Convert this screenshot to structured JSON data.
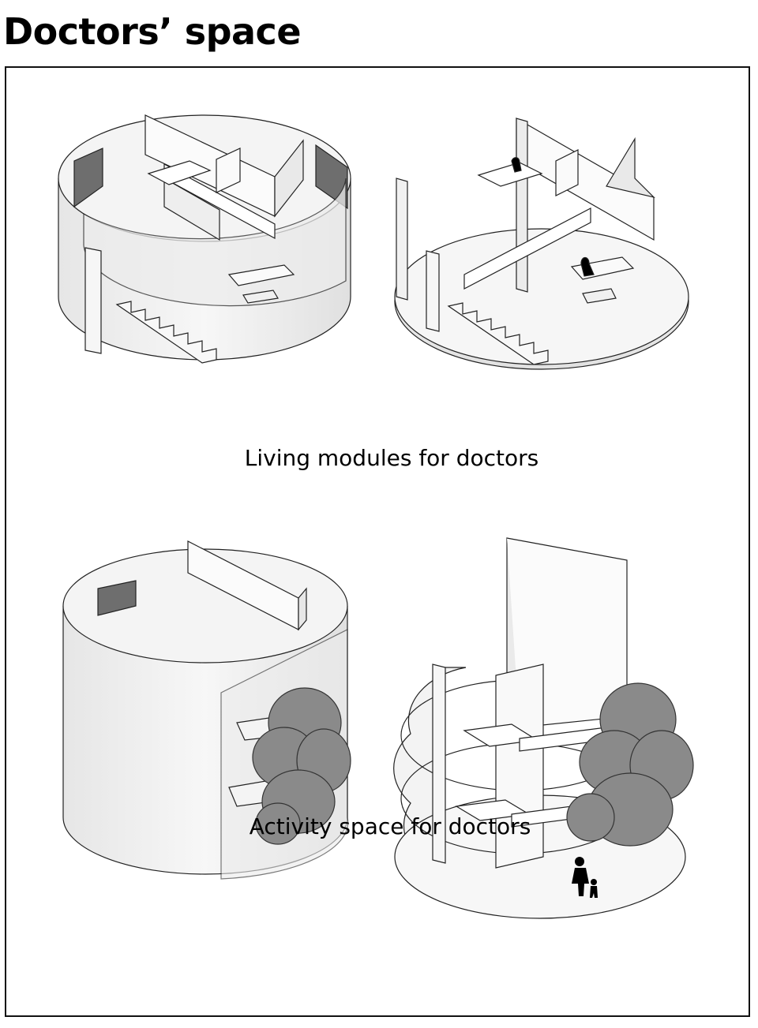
{
  "header": {
    "title": "Doctors’ space"
  },
  "figures": [
    {
      "caption": "Living modules for doctors",
      "views": [
        "enclosed-cylinder-living-module",
        "open-cutaway-living-module"
      ]
    },
    {
      "caption": "Activity space for doctors",
      "views": [
        "enclosed-cylinder-activity-space",
        "open-cutaway-activity-space"
      ]
    }
  ],
  "colors": {
    "wall": "#f3f3f3",
    "wall_shade": "#dcdcdc",
    "dark_panel": "#6e6e6e",
    "outline": "#222222",
    "figure": "#000000",
    "foliage": "#8a8a8a"
  }
}
